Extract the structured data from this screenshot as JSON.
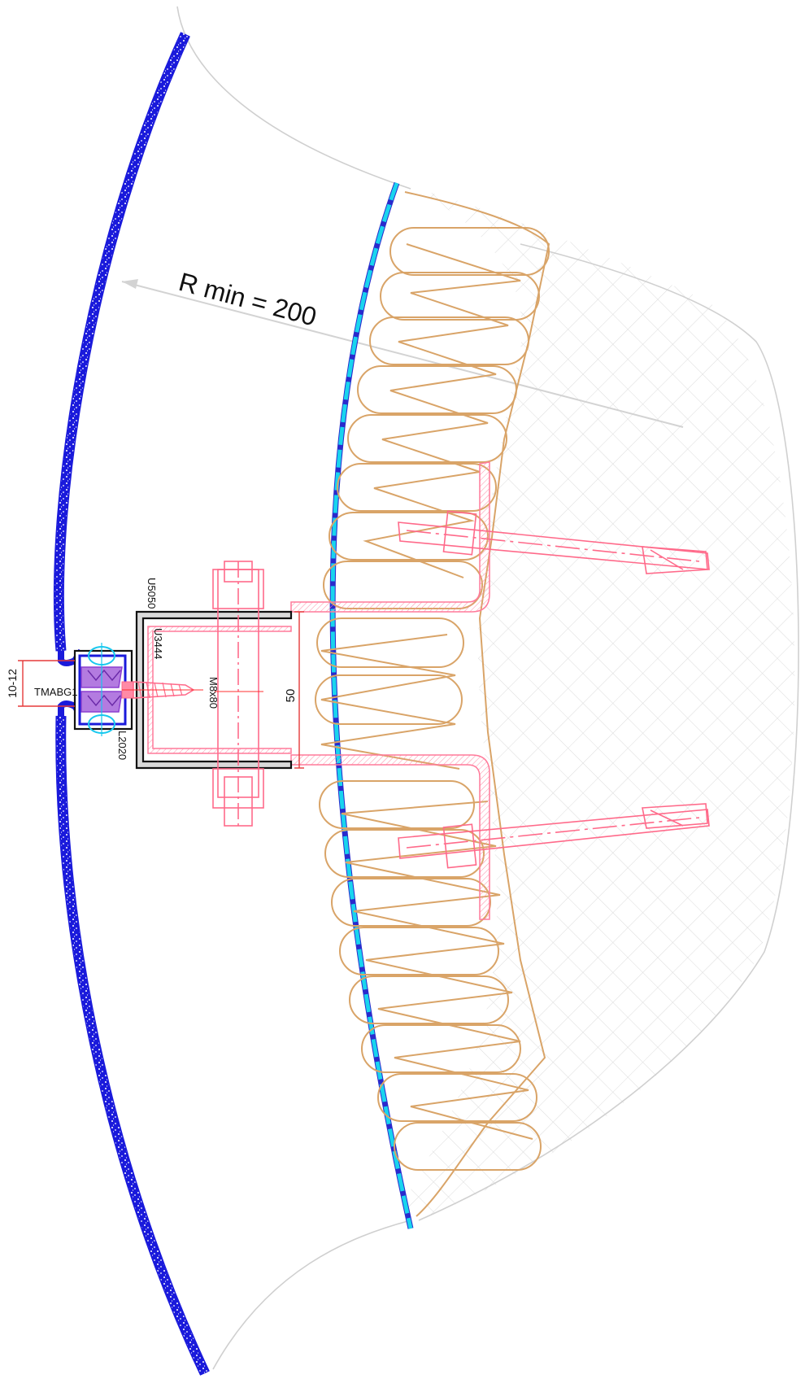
{
  "labels": {
    "radius": "R min = 200",
    "profile_outer": "U5050",
    "profile_inner": "U3444",
    "angle": "L2020",
    "bolt": "M8x80",
    "gasket": "TMABG1",
    "joint_width": "10-12",
    "channel_depth": "50"
  },
  "colors": {
    "panel": "#1a1adb",
    "insulation": "#d9a468",
    "membrane": "#19d4ee",
    "steel": "#ff7a9a",
    "profile": "#111111",
    "wall_hatch": "#d8d8d8",
    "gasket": "#9a4fd1"
  }
}
